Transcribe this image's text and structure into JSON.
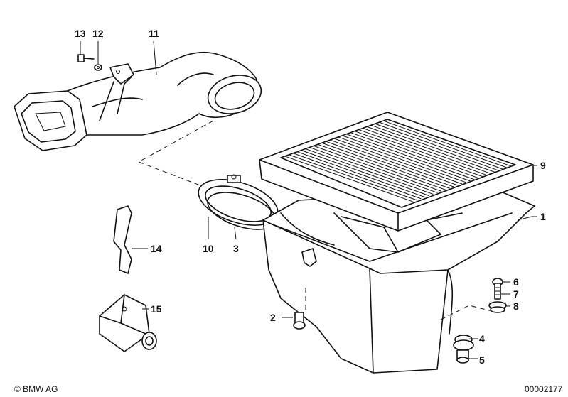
{
  "parts": [
    {
      "number": "1"
    },
    {
      "number": "2"
    },
    {
      "number": "3"
    },
    {
      "number": "4"
    },
    {
      "number": "5"
    },
    {
      "number": "6"
    },
    {
      "number": "7"
    },
    {
      "number": "8"
    },
    {
      "number": "9"
    },
    {
      "number": "10"
    },
    {
      "number": "11"
    },
    {
      "number": "12"
    },
    {
      "number": "13"
    },
    {
      "number": "14"
    },
    {
      "number": "15"
    }
  ],
  "footer": {
    "copyright": "© BMW AG",
    "diagram_number": "00002177"
  }
}
